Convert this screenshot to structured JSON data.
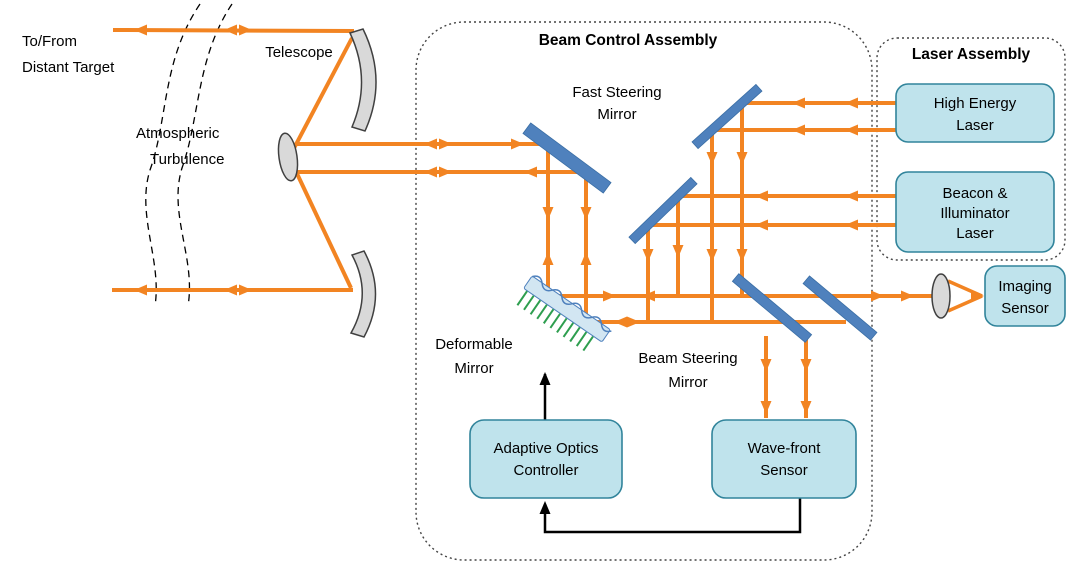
{
  "colors": {
    "beam_orange": "#F28422",
    "mirror_blue": "#4F81BD",
    "component_fill": "#BFE3EC",
    "component_stroke": "#31849B",
    "actuator_green": "#2E9E4F",
    "optic_gray": "#D9D9D9",
    "control_line_black": "#000000"
  },
  "labels": {
    "target": {
      "line1": "To/From",
      "line2": "Distant Target"
    },
    "turbulence": {
      "line1": "Atmospheric",
      "line2": "Turbulence"
    },
    "telescope": "Telescope",
    "beam_control_assembly": "Beam Control Assembly",
    "fast_steering_mirror": {
      "line1": "Fast Steering",
      "line2": "Mirror"
    },
    "deformable_mirror": {
      "line1": "Deformable",
      "line2": "Mirror"
    },
    "beam_steering_mirror": {
      "line1": "Beam Steering",
      "line2": "Mirror"
    },
    "laser_assembly": "Laser Assembly"
  },
  "boxes": {
    "high_energy_laser": {
      "line1": "High Energy",
      "line2": "Laser"
    },
    "beacon_illuminator_laser": {
      "line1": "Beacon &",
      "line2": "Illuminator",
      "line3": "Laser"
    },
    "imaging_sensor": {
      "line1": "Imaging",
      "line2": "Sensor"
    },
    "adaptive_optics_controller": {
      "line1": "Adaptive Optics",
      "line2": "Controller"
    },
    "wavefront_sensor": {
      "line1": "Wave-front",
      "line2": "Sensor"
    }
  }
}
